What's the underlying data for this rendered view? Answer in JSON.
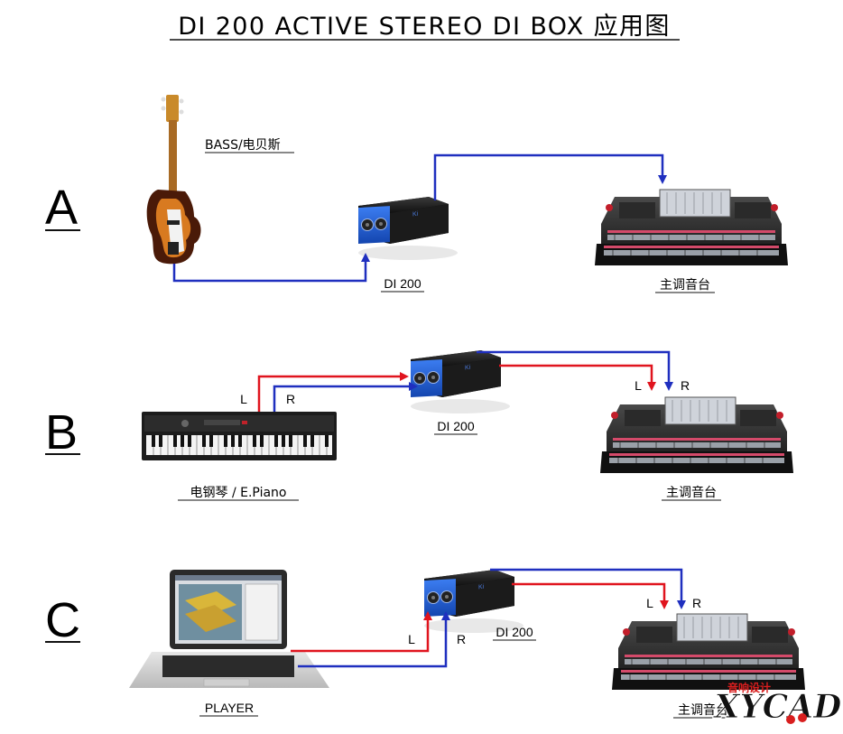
{
  "title": "DI 200  ACTIVE  STEREO  DI  BOX  应用图",
  "colors": {
    "left_signal": "#e0141e",
    "right_signal": "#1f2fbf",
    "mono_signal": "#1f2fbf",
    "di_box_blue": "#1e5fd8"
  },
  "sections": [
    {
      "letter": "A",
      "source_label": "BASS/电贝斯",
      "di_label": "DI 200",
      "mixer_label": "主调音台",
      "source_icon": "bass-guitar-icon"
    },
    {
      "letter": "B",
      "source_label": "电钢琴  /  E.Piano",
      "di_label": "DI 200",
      "mixer_label": "主调音台",
      "left_label": "L",
      "right_label": "R",
      "mixer_left_label": "L",
      "mixer_right_label": "R",
      "source_icon": "keyboard-icon"
    },
    {
      "letter": "C",
      "source_label": "PLAYER",
      "di_label": "DI 200",
      "mixer_label": "主调音台",
      "left_label": "L",
      "right_label": "R",
      "mixer_left_label": "L",
      "mixer_right_label": "R",
      "source_icon": "laptop-icon"
    }
  ],
  "watermark": {
    "top": "音响设计",
    "main": "XYCAD"
  }
}
